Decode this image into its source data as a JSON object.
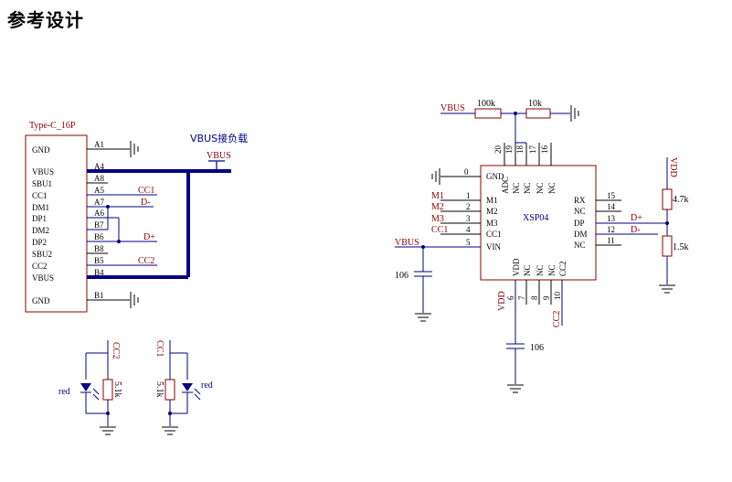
{
  "title": "参考设计",
  "typec": {
    "name": "Type-C_16P",
    "left_pins": [
      "GND",
      "VBUS",
      "SBU1",
      "CC1",
      "DM1",
      "DP1",
      "DM2",
      "DP2",
      "SBU2",
      "CC2",
      "VBUS",
      "GND"
    ],
    "pin_nums": [
      "A1",
      "A4",
      "A8",
      "A5",
      "A7",
      "A6",
      "B7",
      "B6",
      "B8",
      "B5",
      "B4",
      "B1"
    ],
    "net_cc1": "CC1",
    "net_dm": "D-",
    "net_dp": "D+",
    "net_cc2": "CC2",
    "vbus_note": "VBUS接负载",
    "vbus_net": "VBUS"
  },
  "led1": {
    "net": "CC2",
    "res": "5.1k",
    "led": "red"
  },
  "led2": {
    "net": "CC1",
    "res": "5.1k",
    "led": "red"
  },
  "xsp04": {
    "name": "XSP04",
    "top_nums": [
      "20",
      "19",
      "18",
      "17",
      "16"
    ],
    "top_labels": [
      "ADC",
      "NC",
      "NC",
      "NC",
      "NC"
    ],
    "left_nums": [
      "0",
      "1",
      "2",
      "3",
      "4",
      "5"
    ],
    "left_labels": [
      "GND",
      "M1",
      "M2",
      "M3",
      "CC1",
      "VIN"
    ],
    "left_nets": [
      "",
      "M1",
      "M2",
      "M3",
      "CC1",
      ""
    ],
    "right_nums": [
      "15",
      "14",
      "13",
      "12",
      "11"
    ],
    "right_labels": [
      "RX",
      "NC",
      "DP",
      "DM",
      "NC"
    ],
    "bottom_nums": [
      "6",
      "7",
      "8",
      "9",
      "10"
    ],
    "bottom_labels": [
      "VDD",
      "NC",
      "NC",
      "NC",
      "CC2"
    ],
    "vbus_net": "VBUS",
    "res_100k": "100k",
    "res_10k": "10k",
    "vbus_in": "VBUS",
    "cap_in": "106",
    "cap_out": "106",
    "vdd_net": "VDD",
    "cc2_net": "CC2",
    "vdd_right": "VDD",
    "res_47k": "4.7k",
    "res_15k": "1.5k",
    "dp_net": "D+",
    "dm_net": "D-"
  }
}
